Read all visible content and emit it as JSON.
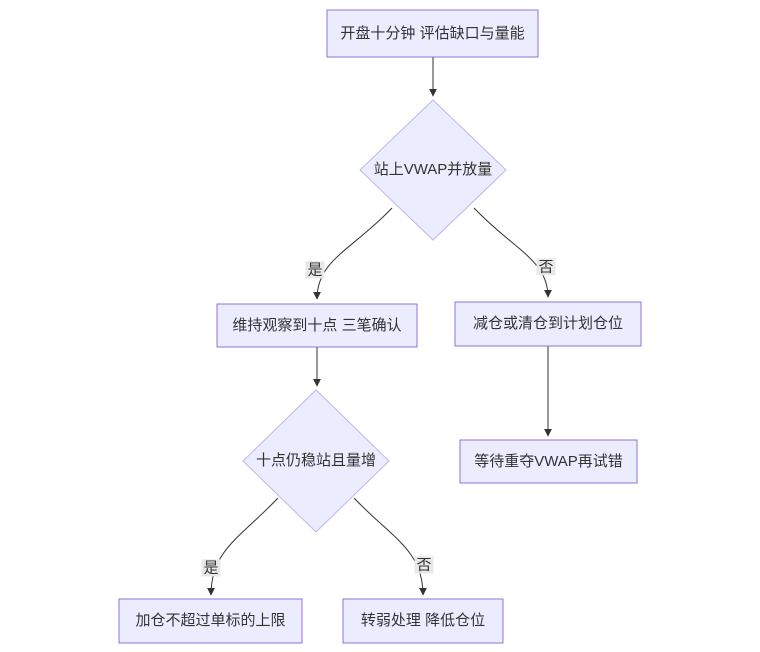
{
  "diagram": {
    "type": "flowchart",
    "direction": "top-down",
    "colors": {
      "background": "#ffffff",
      "node_fill": "#ececff",
      "process_border": "#9370db",
      "decision_border": "#b9b9e8",
      "edge": "#333333",
      "edge_label_bg": "#e8e8e8",
      "text": "#333333"
    },
    "nodes": [
      {
        "id": "start",
        "type": "process",
        "label": "开盘十分钟 评估缺口与量能"
      },
      {
        "id": "vwap-check",
        "type": "decision",
        "label": "站上VWAP并放量"
      },
      {
        "id": "observe",
        "type": "process",
        "label": "维持观察到十点 三笔确认"
      },
      {
        "id": "reduce",
        "type": "process",
        "label": "减仓或清仓到计划仓位"
      },
      {
        "id": "ten-check",
        "type": "decision",
        "label": "十点仍稳站且量增"
      },
      {
        "id": "wait-retry",
        "type": "process",
        "label": "等待重夺VWAP再试错"
      },
      {
        "id": "add-position",
        "type": "process",
        "label": "加仓不超过单标的上限"
      },
      {
        "id": "weaken",
        "type": "process",
        "label": "转弱处理 降低仓位"
      }
    ],
    "edges": [
      {
        "from": "start",
        "to": "vwap-check",
        "label": ""
      },
      {
        "from": "vwap-check",
        "to": "observe",
        "label": "是"
      },
      {
        "from": "vwap-check",
        "to": "reduce",
        "label": "否"
      },
      {
        "from": "observe",
        "to": "ten-check",
        "label": ""
      },
      {
        "from": "reduce",
        "to": "wait-retry",
        "label": ""
      },
      {
        "from": "ten-check",
        "to": "add-position",
        "label": "是"
      },
      {
        "from": "ten-check",
        "to": "weaken",
        "label": "否"
      }
    ]
  }
}
